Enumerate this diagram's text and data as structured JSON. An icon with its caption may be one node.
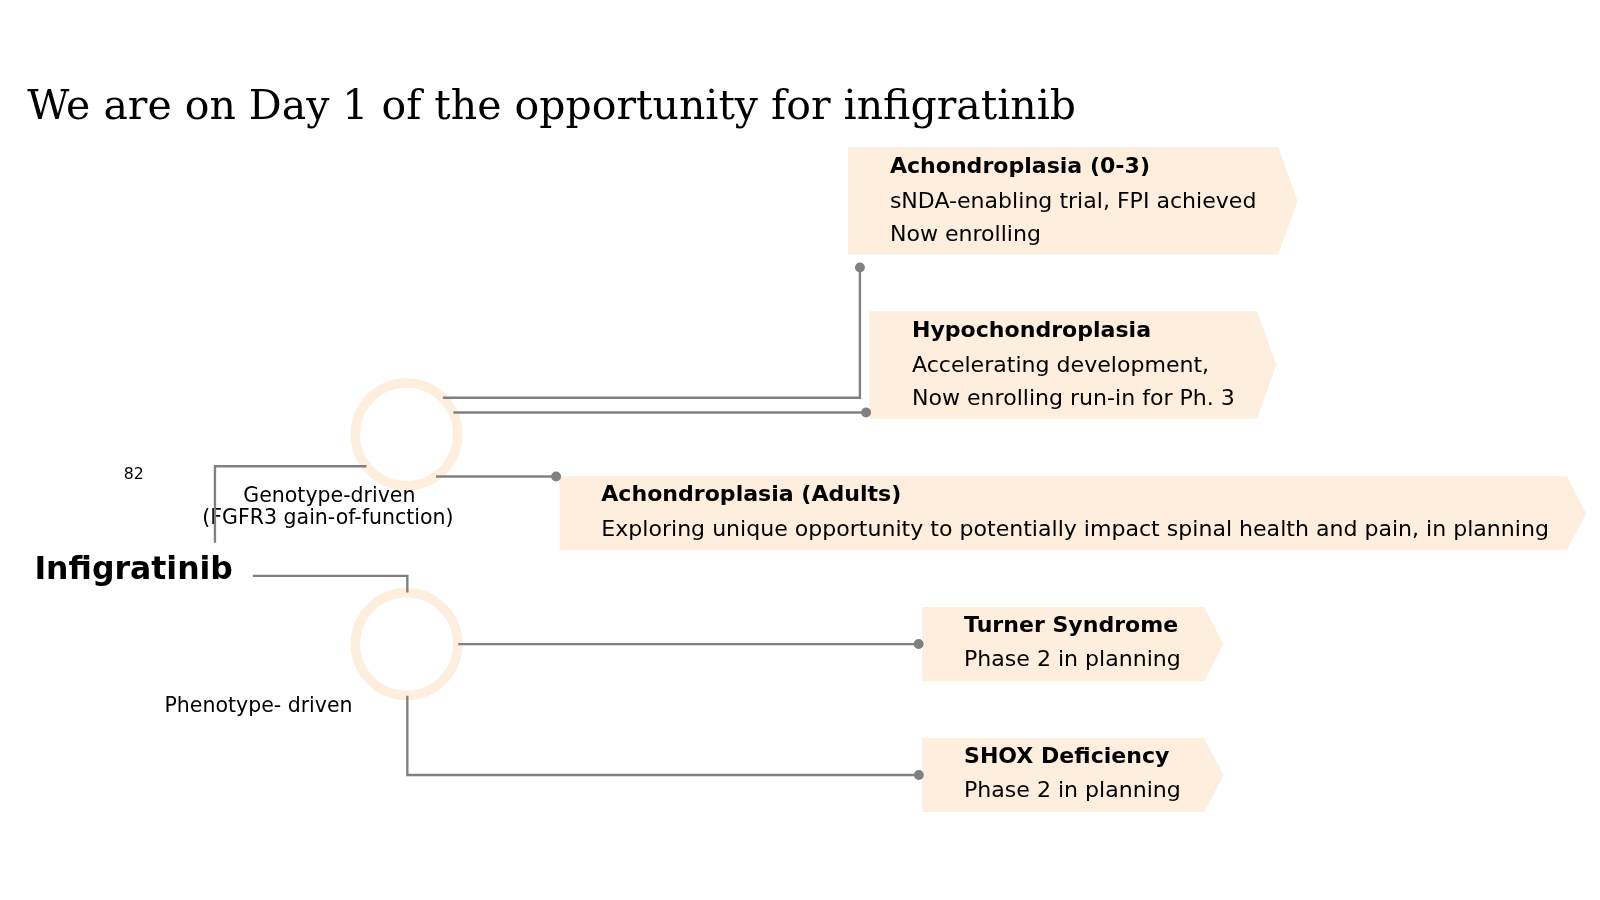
{
  "diagram": {
    "title": "We are on Day 1 of the opportunity for infigratinib",
    "nodes": [
      {
        "text": [
          "Infigratinib"
        ]
      },
      {
        "text": [],
        "shape": "circle",
        "beside": [
          "Genotype-driven",
          "(FGFR3 gain-of-function)"
        ]
      },
      {
        "text": [
          "Achondroplasia (0-3)",
          "sNDA-enabling trial, FPI achieved",
          "Now enrolling"
        ]
      },
      {
        "text": [
          "Hypochondroplasia",
          "Accelerating development,",
          "Now enrolling run-in for Ph. 3"
        ]
      },
      {
        "text": [
          "Achondroplasia (Adults)",
          "Exploring unique opportunity to potentially impact spinal health and pain, in planning"
        ]
      },
      {
        "text": [],
        "shape": "circle",
        "beside": [
          "Phenotype- driven"
        ]
      },
      {
        "text": [
          "Turner Syndrome",
          "Phase 2 in planning"
        ]
      },
      {
        "text": [
          "SHOX Deficiency",
          "Phase 2 in planning"
        ]
      }
    ],
    "edges": [
      {
        "from": 0,
        "to": 1,
        "arrow": "none"
      },
      {
        "from": 0,
        "to": 5,
        "arrow": "none"
      },
      {
        "from": 1,
        "to": 2,
        "arrow": "other"
      },
      {
        "from": 1,
        "to": 3,
        "arrow": "other"
      },
      {
        "from": 1,
        "to": 4,
        "arrow": "other"
      },
      {
        "from": 5,
        "to": 6,
        "arrow": "other"
      },
      {
        "from": 5,
        "to": 7,
        "arrow": "other"
      }
    ],
    "labels": [
      "82"
    ]
  }
}
